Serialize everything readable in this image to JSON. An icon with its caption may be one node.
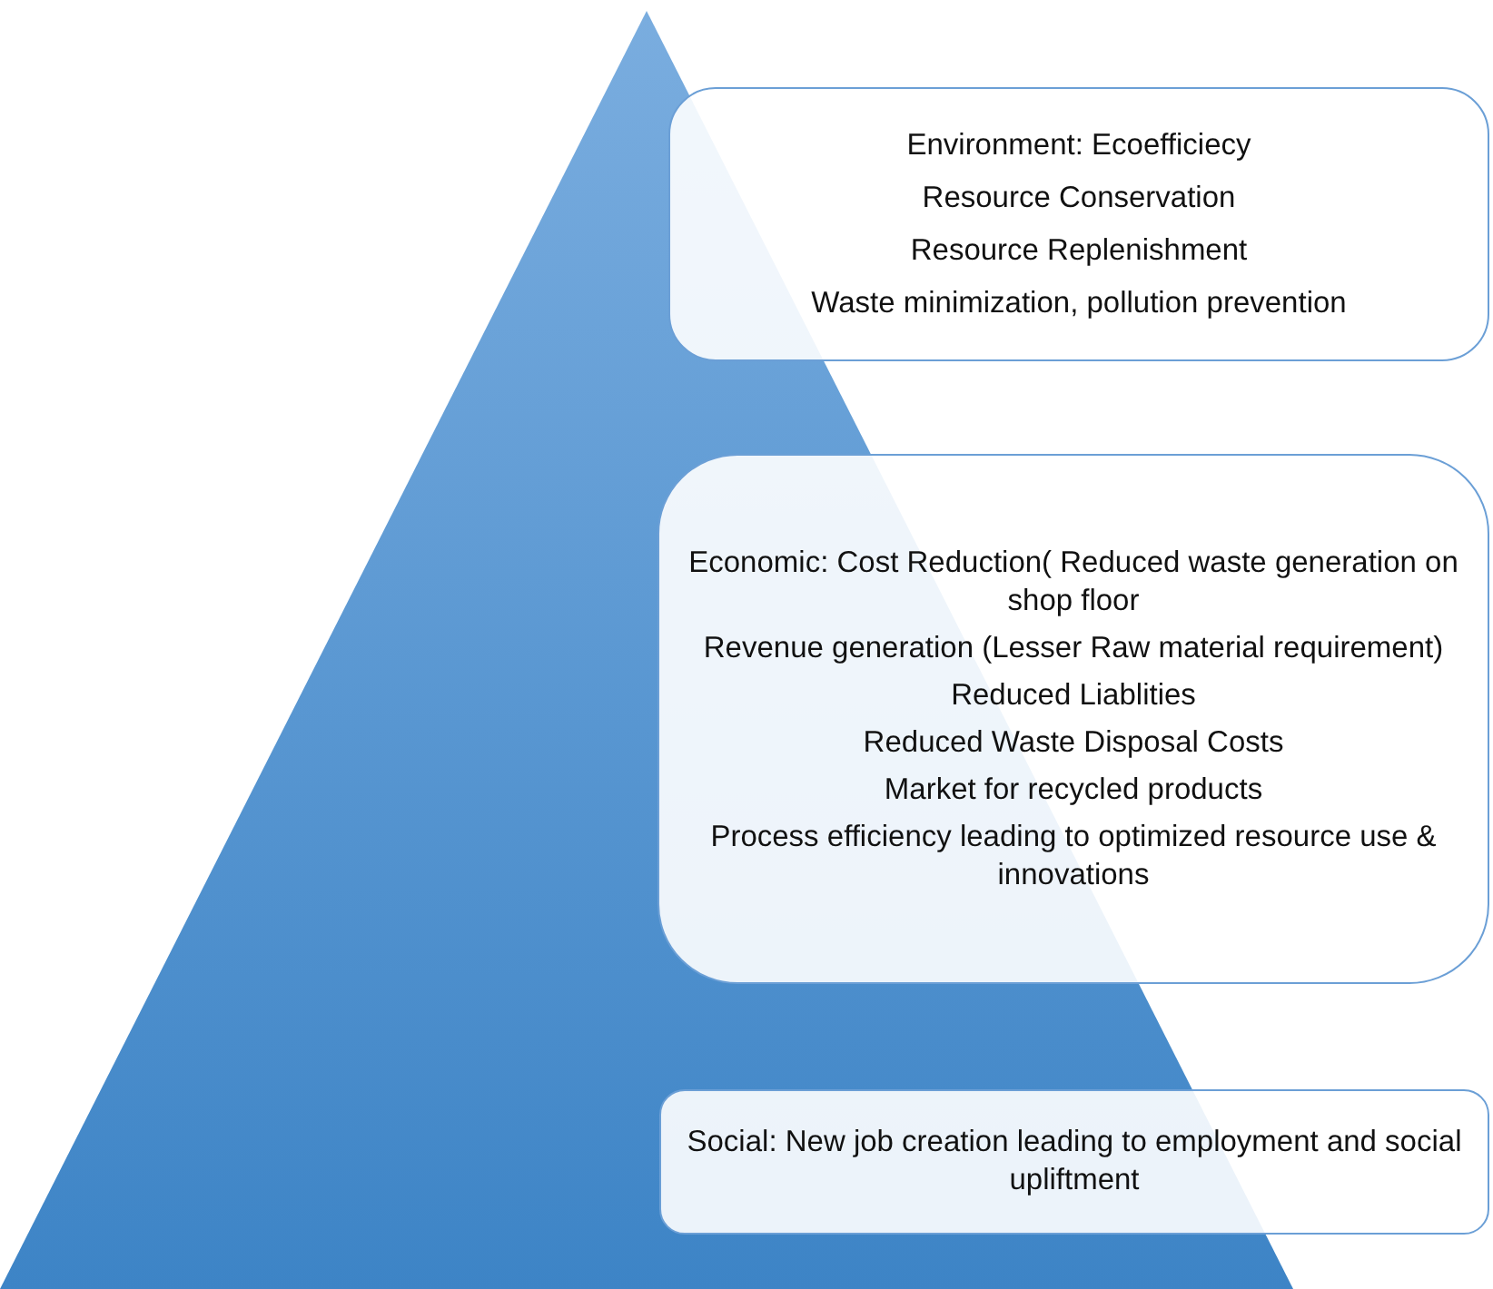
{
  "diagram": {
    "nodes": [
      {
        "text": [],
        "shape": "triangle"
      },
      {
        "text": [
          "Environment: Ecoefficiecy",
          "Resource Conservation",
          "Resource Replenishment",
          "Waste minimization, pollution prevention"
        ]
      },
      {
        "text": [
          "Economic: Cost Reduction( Reduced waste generation on shop floor",
          "Revenue generation (Lesser Raw material requirement)",
          "Reduced Liablities",
          "Reduced Waste Disposal Costs",
          "Market for recycled products",
          "Process efficiency leading to optimized resource use & innovations"
        ]
      },
      {
        "text": [
          "Social: New job creation leading to employment and social upliftment"
        ]
      }
    ]
  }
}
